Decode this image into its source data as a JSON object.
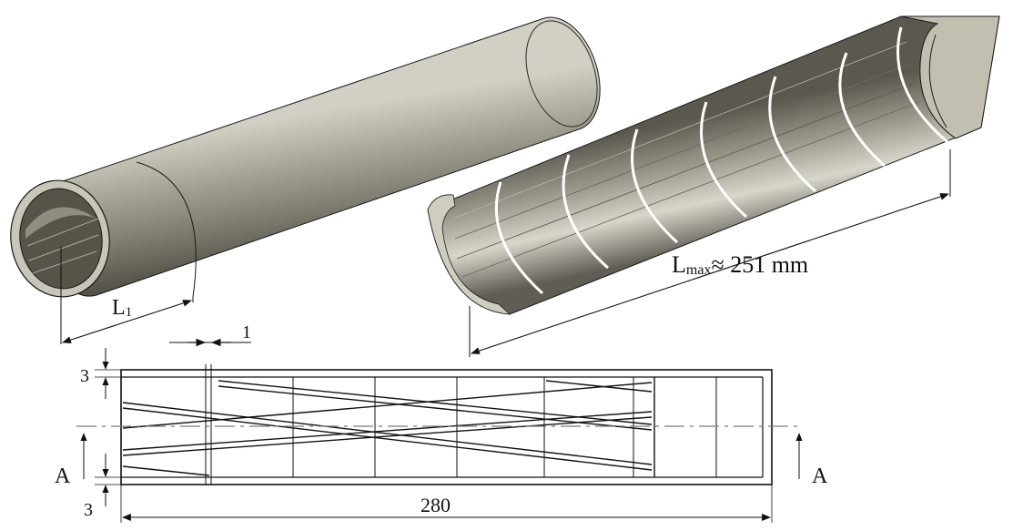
{
  "labels": {
    "l1_main": "L",
    "l1_sub": "1",
    "lmax_main": "L",
    "lmax_sub": "max",
    "lmax_value": "≈ 251 mm",
    "gap_width": "1",
    "wall_top": "3",
    "wall_bottom": "3",
    "section_left": "A",
    "section_right": "A",
    "overall_length": "280"
  },
  "colors": {
    "tube_dark": "#4f4d44",
    "tube_mid": "#8e8b7f",
    "tube_light": "#d4d2c7",
    "tube_end": "#c9c5b8",
    "outline": "#1a1a1a",
    "drawing_line": "#111111",
    "center_line": "#7a7a7a"
  }
}
